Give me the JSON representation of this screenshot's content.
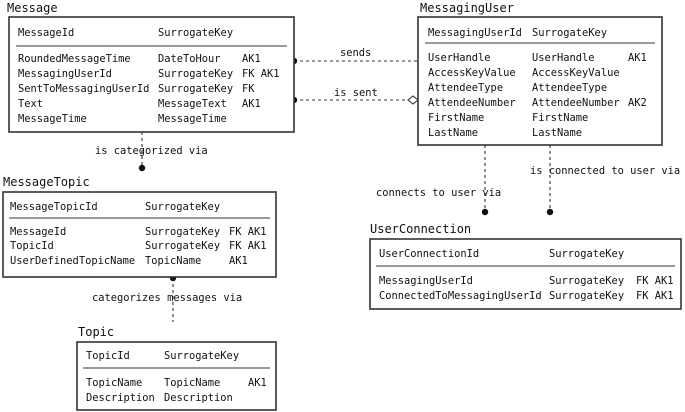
{
  "entities": {
    "message": {
      "name": "Message",
      "key": {
        "name": "MessageId",
        "type": "SurrogateKey",
        "note": ""
      },
      "attributes": [
        {
          "name": "RoundedMessageTime",
          "type": "DateToHour",
          "note": "AK1"
        },
        {
          "name": "MessagingUserId",
          "type": "SurrogateKey",
          "note": "FK AK1"
        },
        {
          "name": "SentToMessagingUserId",
          "type": "SurrogateKey",
          "note": "FK"
        },
        {
          "name": "Text",
          "type": "MessageText",
          "note": "AK1"
        },
        {
          "name": "MessageTime",
          "type": "MessageTime",
          "note": ""
        }
      ]
    },
    "messaging_user": {
      "name": "MessagingUser",
      "key": {
        "name": "MessagingUserId",
        "type": "SurrogateKey",
        "note": ""
      },
      "attributes": [
        {
          "name": "UserHandle",
          "type": "UserHandle",
          "note": "AK1"
        },
        {
          "name": "AccessKeyValue",
          "type": "AccessKeyValue",
          "note": ""
        },
        {
          "name": "AttendeeType",
          "type": "AttendeeType",
          "note": ""
        },
        {
          "name": "AttendeeNumber",
          "type": "AttendeeNumber",
          "note": "AK2"
        },
        {
          "name": "FirstName",
          "type": "FirstName",
          "note": ""
        },
        {
          "name": "LastName",
          "type": "LastName",
          "note": ""
        }
      ]
    },
    "message_topic": {
      "name": "MessageTopic",
      "key": {
        "name": "MessageTopicId",
        "type": "SurrogateKey",
        "note": ""
      },
      "attributes": [
        {
          "name": "MessageId",
          "type": "SurrogateKey",
          "note": "FK AK1"
        },
        {
          "name": "TopicId",
          "type": "SurrogateKey",
          "note": "FK AK1"
        },
        {
          "name": "UserDefinedTopicName",
          "type": "TopicName",
          "note": "AK1"
        }
      ]
    },
    "user_connection": {
      "name": "UserConnection",
      "key": {
        "name": "UserConnectionId",
        "type": "SurrogateKey",
        "note": ""
      },
      "attributes": [
        {
          "name": "MessagingUserId",
          "type": "SurrogateKey",
          "note": "FK AK1"
        },
        {
          "name": "ConnectedToMessagingUserId",
          "type": "SurrogateKey",
          "note": "FK AK1"
        }
      ]
    },
    "topic": {
      "name": "Topic",
      "key": {
        "name": "TopicId",
        "type": "SurrogateKey",
        "note": ""
      },
      "attributes": [
        {
          "name": "TopicName",
          "type": "TopicName",
          "note": "AK1"
        },
        {
          "name": "Description",
          "type": "Description",
          "note": ""
        }
      ]
    }
  },
  "relationships": {
    "sends": "sends",
    "is_sent": "is sent",
    "is_categorized_via": "is categorized via",
    "categorizes_messages_via": "categorizes messages via",
    "connects_to_user_via": "connects to user via",
    "is_connected_to_user_via": "is connected to user via"
  }
}
